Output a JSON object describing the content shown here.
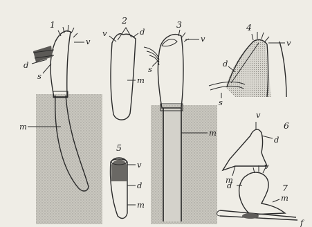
{
  "figures": [
    {
      "number": "1",
      "labels": {
        "v": "v",
        "d": "d",
        "s": "s",
        "m": "m"
      }
    },
    {
      "number": "2",
      "labels": {
        "v": "v",
        "d": "d",
        "m": "m"
      }
    },
    {
      "number": "3",
      "labels": {
        "v": "v",
        "s": "s",
        "m": "m"
      }
    },
    {
      "number": "4",
      "labels": {
        "v": "v",
        "d": "d",
        "s": "s"
      }
    },
    {
      "number": "5",
      "labels": {
        "v": "v",
        "d": "d",
        "m": "m"
      }
    },
    {
      "number": "6",
      "labels": {
        "v": "v",
        "d": "d",
        "m": "m"
      }
    },
    {
      "number": "7",
      "labels": {
        "v": "v",
        "d": "d",
        "m": "m",
        "f": "f"
      }
    }
  ]
}
